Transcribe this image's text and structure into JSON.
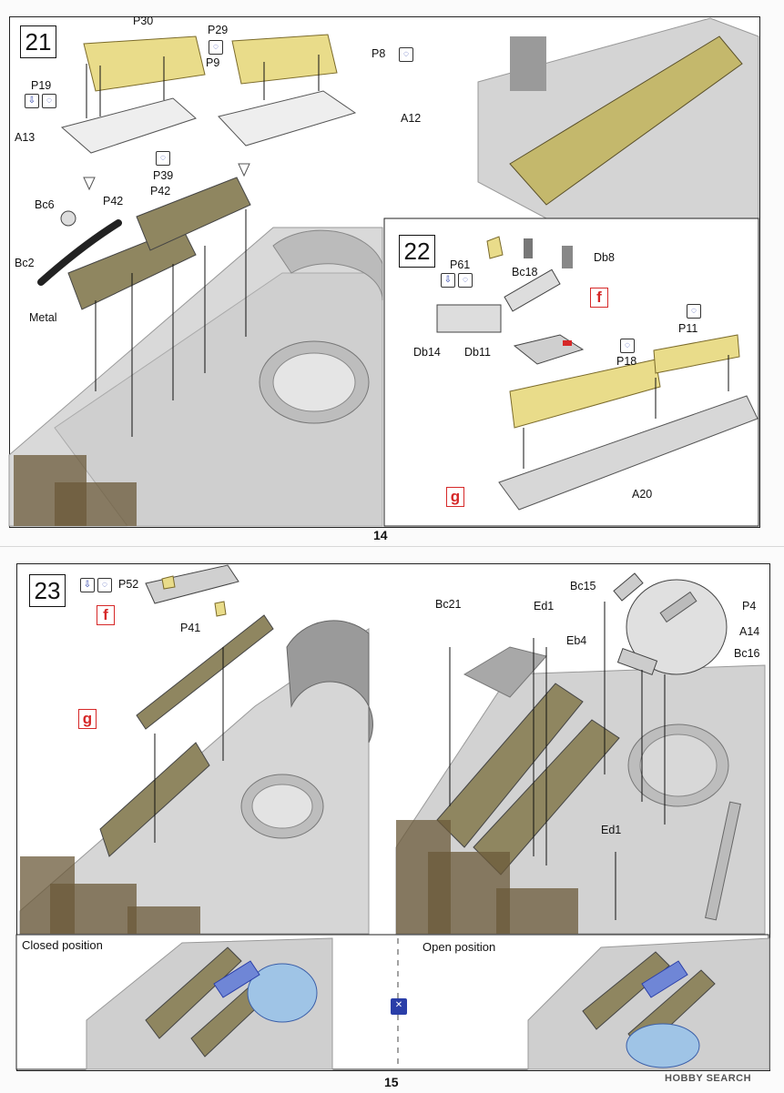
{
  "page14": {
    "page_number": "14",
    "step21": {
      "number": "21",
      "labels": {
        "p30": "P30",
        "p9": "P9",
        "p29": "P29",
        "p8": "P8",
        "p19": "P19",
        "a13": "A13",
        "a12": "A12",
        "p39": "P39",
        "p42a": "P42",
        "p42b": "P42",
        "bc6": "Bc6",
        "bc2": "Bc2",
        "metal": "Metal"
      }
    },
    "step22": {
      "number": "22",
      "labels": {
        "p61": "P61",
        "bc18": "Bc18",
        "db8": "Db8",
        "db14": "Db14",
        "db11": "Db11",
        "p18": "P18",
        "p11": "P11",
        "a20": "A20"
      },
      "markers": {
        "f": "f",
        "g": "g"
      }
    }
  },
  "page15": {
    "page_number": "15",
    "step23": {
      "number": "23",
      "labels": {
        "p52": "P52",
        "p41": "P41",
        "bc21": "Bc21",
        "ed1a": "Ed1",
        "bc15": "Bc15",
        "p4": "P4",
        "a14": "A14",
        "eb4": "Eb4",
        "bc16": "Bc16",
        "ed1b": "Ed1"
      },
      "markers": {
        "f": "f",
        "g": "g"
      },
      "closed_caption": "Closed position",
      "open_caption": "Open position"
    },
    "watermark": "HOBBY SEARCH"
  },
  "colors": {
    "pe_brass": "#e9dc8a",
    "hull_grey": "#c9c9c9",
    "hatch_blue": "#9fc4e6",
    "marker_red": "#d62828"
  }
}
